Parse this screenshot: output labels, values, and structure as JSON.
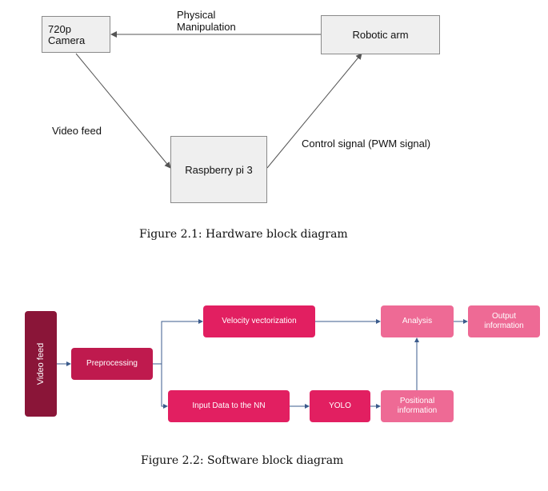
{
  "hardware": {
    "camera_label_line1": "720p",
    "camera_label_line2": "Camera",
    "robotic_arm_label": "Robotic arm",
    "raspberry_label": "Raspberry pi 3",
    "physical_line1": "Physical",
    "physical_line2": "Manipulation",
    "video_feed_label": "Video feed",
    "control_signal_label": "Control signal (PWM signal)",
    "caption": "Figure 2.1: Hardware block diagram"
  },
  "software": {
    "video_feed": "Video feed",
    "preprocessing": "Preprocessing",
    "velocity": "Velocity vectorization",
    "input_data": "Input Data to the NN",
    "yolo": "YOLO",
    "positional_line1": "Positional",
    "positional_line2": "information",
    "analysis": "Analysis",
    "output_line1": "Output",
    "output_line2": "information",
    "caption": "Figure 2.2: Software block diagram"
  },
  "colors": {
    "hardware_box": "#efefef",
    "dark": "#8a1538",
    "crimson": "#bf1a4e",
    "pink": "#e21f61",
    "light_pink": "#ee6a95",
    "software_arrow": "#3b5b8c"
  }
}
